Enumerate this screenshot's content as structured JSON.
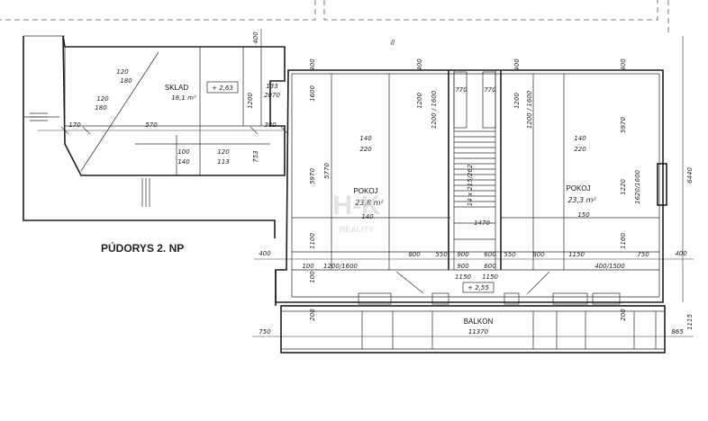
{
  "title": "PÚDORYS 2. NP",
  "watermark": {
    "logo": "H-K",
    "text": "REALITY"
  },
  "rooms": {
    "sklad": {
      "name": "SKLAD",
      "area": "16,1 m²",
      "level": "+ 2,63"
    },
    "pokoj_left": {
      "name": "POKOJ",
      "area": "23,8 m²",
      "h": "220",
      "w": "140",
      "w2": "140"
    },
    "pokoj_right": {
      "name": "POKOJ",
      "area": "23,3 m²",
      "h": "220",
      "w": "140",
      "w2": "150"
    },
    "stair": {
      "label": "14 x 215/262",
      "level": "+ 2,55"
    },
    "balkon": {
      "name": "BALKON",
      "length": "11370"
    }
  },
  "dims": {
    "d400": "400",
    "d1600": "1600",
    "d1200": "1200",
    "d1200_1600": "1200 / 1600",
    "d5970": "5970",
    "d5770": "5770",
    "d1100": "1100",
    "d6440": "6440",
    "d770": "770",
    "d1470": "1470",
    "d900": "900",
    "d600": "600",
    "d550": "550",
    "d800": "800",
    "d1150": "1150",
    "d750": "750",
    "d100": "100",
    "d200": "200",
    "d865": "865",
    "d1115": "1115",
    "d1200_1600b": "1200/1600",
    "d400_1500": "400/1500",
    "d1620_1600": "1620/1600",
    "d753": "753",
    "d380": "380",
    "d570": "570",
    "d170": "170",
    "d120": "120",
    "d180": "180",
    "d100b": "100",
    "d140": "140",
    "d113": "113",
    "d133": "133",
    "d2070": "2070",
    "d1220": "1220",
    "d1200_1600c": "1200 / 1600",
    "d1200c": "1200"
  },
  "marks": {
    "section": "//"
  }
}
